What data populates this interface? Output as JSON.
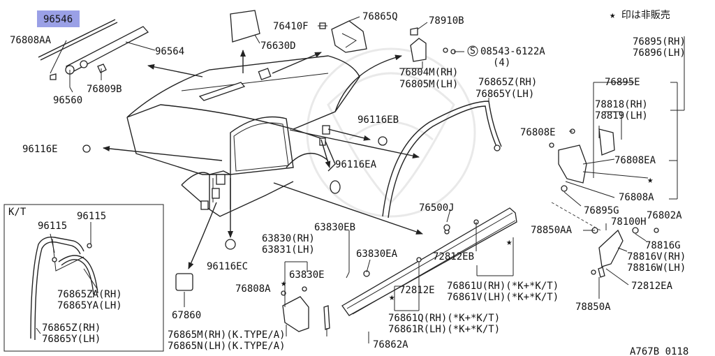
{
  "legend": {
    "text": "★ 印は非販売"
  },
  "drawing_code": "A767B 0118",
  "kt_box": {
    "title": "K/T"
  },
  "labels": {
    "p96546": "96546",
    "p76808AA": "76808AA",
    "p96564": "96564",
    "p76809B": "76809B",
    "p96560": "96560",
    "p76410F": "76410F",
    "p76630D": "76630D",
    "p76865Q": "76865Q",
    "p78910B": "78910B",
    "p08543": "08543-6122A",
    "p08543q": "(4)",
    "p76804M": "76804M(RH)",
    "p76805M": "76805M(LH)",
    "p76865Z_a": "76865Z(RH)",
    "p76865Y_a": "76865Y(LH)",
    "p76895": "76895(RH)",
    "p76896": "76896(LH)",
    "p76895E": "76895E",
    "p78818": "78818(RH)",
    "p78819": "78819(LH)",
    "p76808E": "76808E",
    "p76808EA": "76808EA",
    "p76808A_r": "76808A",
    "p76895G": "76895G",
    "p76802A": "76802A",
    "p96116EB": "96116EB",
    "p96116E": "96116E",
    "p96116EA": "96116EA",
    "p96116EC": "96116EC",
    "p76500J": "76500J",
    "p78100H": "78100H",
    "p78850AA": "78850AA",
    "p78816G": "78816G",
    "p78816V": "78816V(RH)",
    "p78816W": "78816W(LH)",
    "p72812EA": "72812EA",
    "p78850A": "78850A",
    "p63830EB": "63830EB",
    "p63830": "63830(RH)",
    "p63831": "63831(LH)",
    "p63830E": "63830E",
    "p63830EA": "63830EA",
    "p72812EB": "72812EB",
    "p76808A_l": "76808A",
    "p72812E": "72812E",
    "p76861U": "76861U(RH)(*K+*K/T)",
    "p76861V": "76861V(LH)(*K+*K/T)",
    "p76861Q": "76861Q(RH)(*K+*K/T)",
    "p76861R": "76861R(LH)(*K+*K/T)",
    "p76862A": "76862A",
    "p67860": "67860",
    "p76865M": "76865M(RH)(K.TYPE/A)",
    "p76865N": "76865N(LH)(K.TYPE/A)",
    "p96115a": "96115",
    "p96115b": "96115",
    "p76865ZA": "76865ZA(RH)",
    "p76865YA": "76865YA(LH)",
    "p76865Z_b": "76865Z(RH)",
    "p76865Y_b": "76865Y(LH)"
  },
  "colors": {
    "highlight": "#9aa0e6",
    "line": "#222222"
  }
}
